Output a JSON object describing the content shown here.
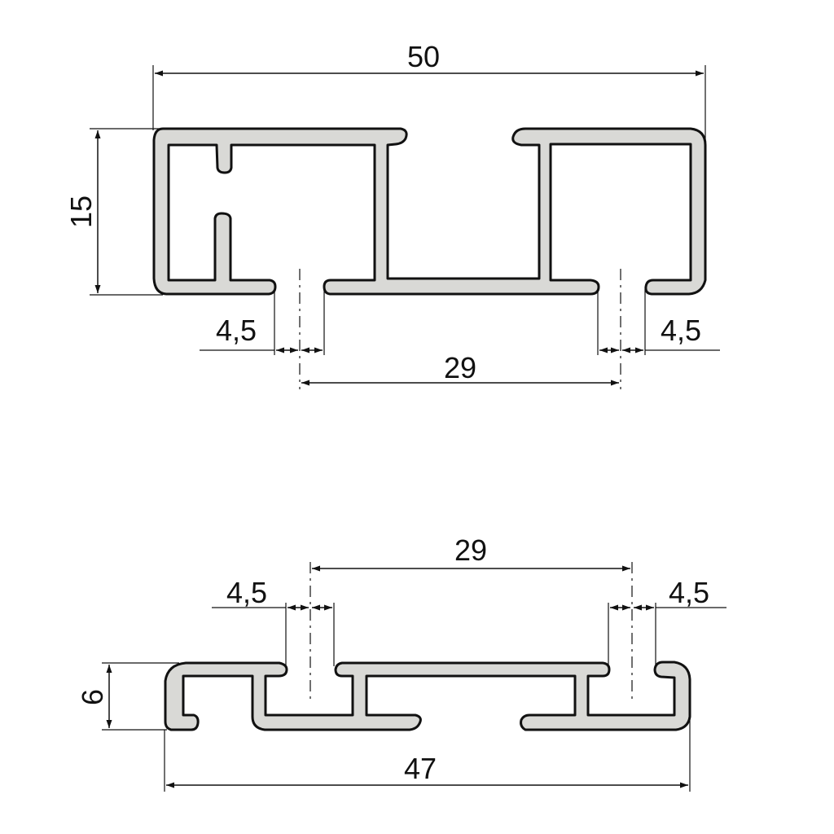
{
  "top_profile": {
    "dims": {
      "overall_width": "50",
      "height": "15",
      "left_slot": "4,5",
      "right_slot": "4,5",
      "slot_spacing": "29"
    }
  },
  "bottom_profile": {
    "dims": {
      "overall_width": "47",
      "height": "6",
      "left_slot": "4,5",
      "right_slot": "4,5",
      "slot_spacing": "29"
    }
  },
  "colors": {
    "profile_fill": "#d9d9d6",
    "outline": "#111111",
    "background": "#ffffff"
  }
}
